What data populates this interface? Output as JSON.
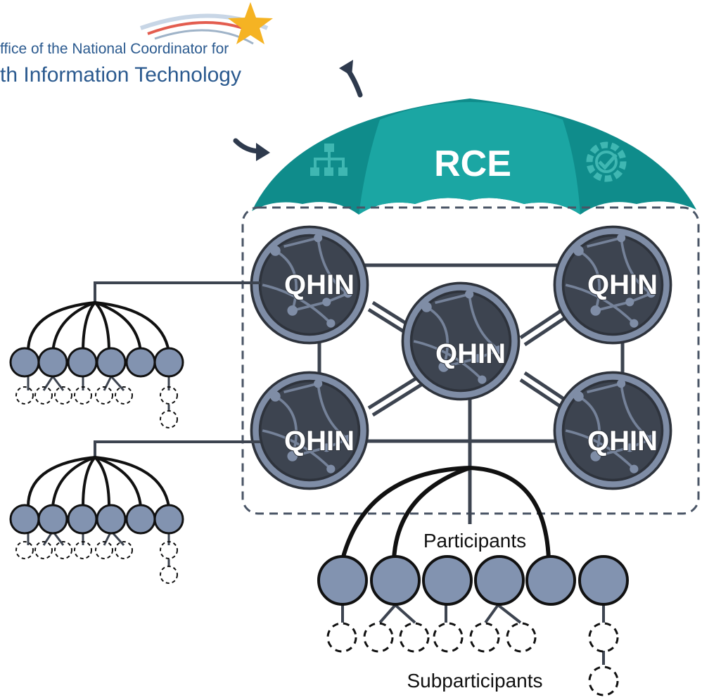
{
  "logo": {
    "line1": "ffice of the National Coordinator for",
    "line2": "th Information Technology"
  },
  "umbrella": {
    "label": "RCE",
    "left_icon": "org-chart-icon",
    "right_icon": "gear-check-icon"
  },
  "nodes": {
    "top_left": "QHIN",
    "top_right": "QHIN",
    "center": "QHIN",
    "bottom_left": "QHIN",
    "bottom_right": "QHIN"
  },
  "labels": {
    "participants": "Participants",
    "subparticipants": "Subparticipants"
  },
  "colors": {
    "teal_dark": "#0d8a8a",
    "teal_light": "#1aa6a3",
    "node_fill": "#3d4450",
    "node_ring": "#7f8da6",
    "participant_fill": "#8293b0",
    "line": "#3d4450",
    "logo_blue": "#2b5a8f",
    "star": "#f5b323"
  }
}
